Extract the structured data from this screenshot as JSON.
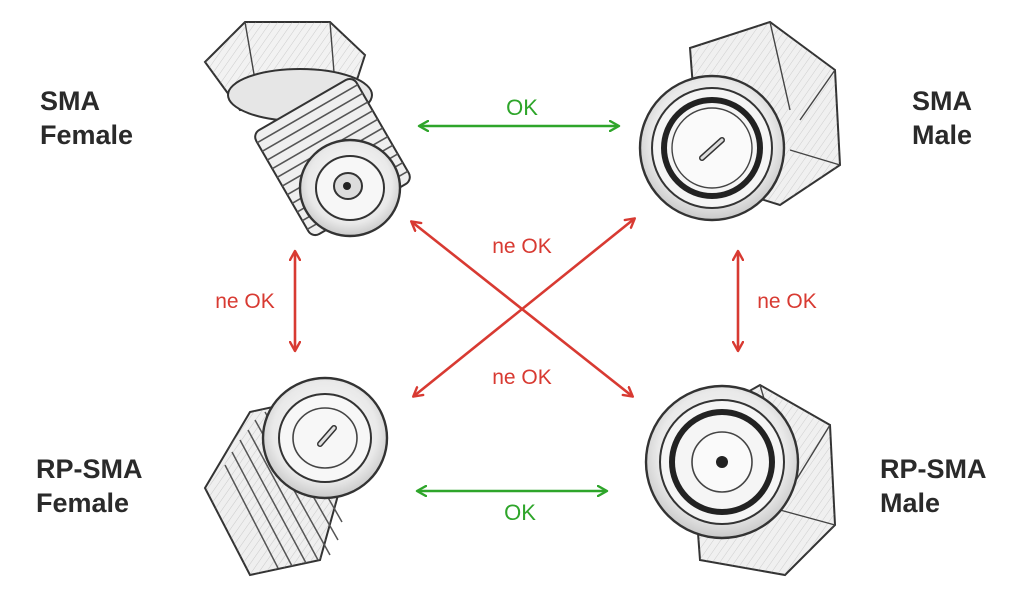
{
  "connectors": {
    "sma_female": {
      "line1": "SMA",
      "line2": "Female"
    },
    "sma_male": {
      "line1": "SMA",
      "line2": "Male"
    },
    "rpsma_female": {
      "line1": "RP-SMA",
      "line2": "Female"
    },
    "rpsma_male": {
      "line1": "RP-SMA",
      "line2": "Male"
    }
  },
  "compat": {
    "top_ok": "OK",
    "bottom_ok": "OK",
    "cross_upper": "ne OK",
    "cross_lower": "ne OK",
    "left_vertical": "ne OK",
    "right_vertical": "ne OK"
  },
  "colors": {
    "ok": "#2ea52a",
    "not_ok": "#d83a32",
    "text": "#2a2a2a",
    "ink": "#333333"
  }
}
